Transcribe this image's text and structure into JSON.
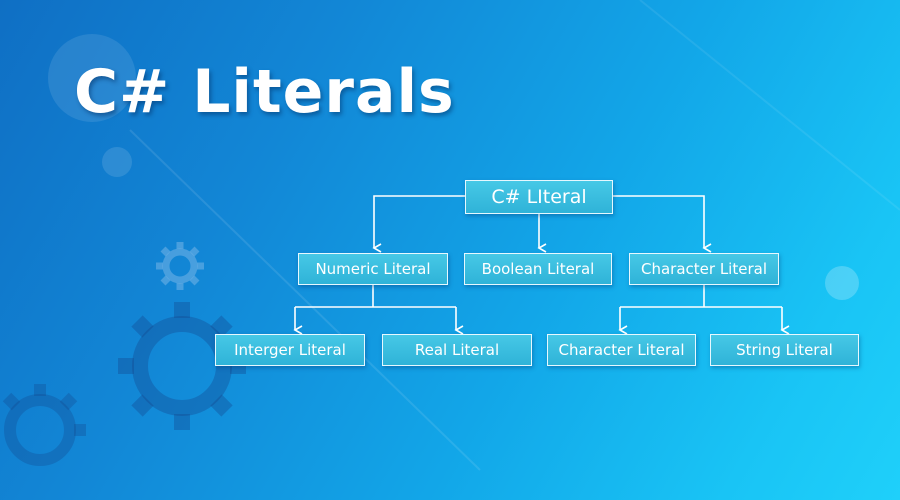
{
  "title": "C# Literals",
  "diagram": {
    "root": "C# LIteral",
    "level1": [
      "Numeric Literal",
      "Boolean Literal",
      "Character Literal"
    ],
    "level2": [
      "Interger Literal",
      "Real Literal",
      "Character Literal",
      "String Literal"
    ]
  },
  "colors": {
    "background_start": "#0f6fc4",
    "background_end": "#1fd0fa",
    "node_fill": "#3ab9dd",
    "node_border": "#e6f8ff",
    "connector": "#ffffff",
    "text": "#ffffff"
  },
  "icons": [
    "gear-icon",
    "circle-decoration-icon"
  ]
}
